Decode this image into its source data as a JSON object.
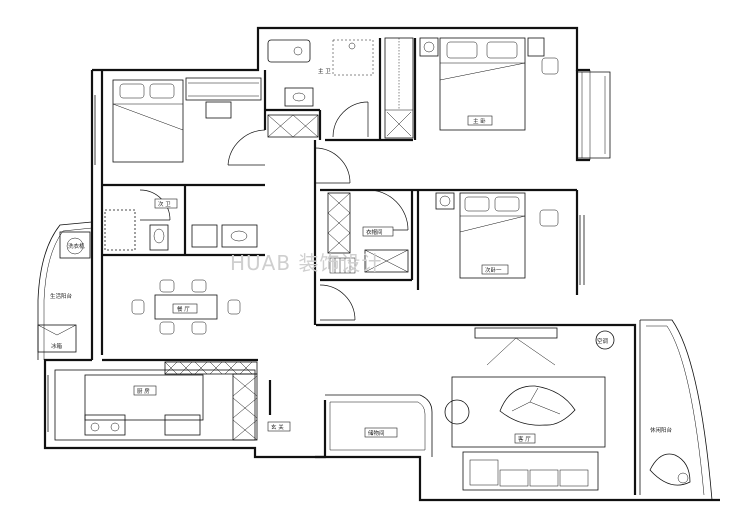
{
  "watermark": "HUAB   装饰设计",
  "rooms": {
    "master_bath": "主 卫",
    "master_bed": "主 卧",
    "second_bath": "次 卫",
    "cloakroom": "衣帽间",
    "second_bed_1": "次卧一",
    "left_bedroom": "",
    "dining": "餐 厅",
    "kitchen": "厨 房",
    "entrance": "玄 关",
    "storage": "储物间",
    "living": "客 厅",
    "leisure_balcony": "休闲阳台",
    "service_balcony": "生活阳台",
    "washer": "洗衣机",
    "fridge": "冰箱",
    "ac": "空调"
  },
  "colors": {
    "wall": "#111111",
    "background": "#ffffff",
    "watermark": "#cfcfcf"
  }
}
